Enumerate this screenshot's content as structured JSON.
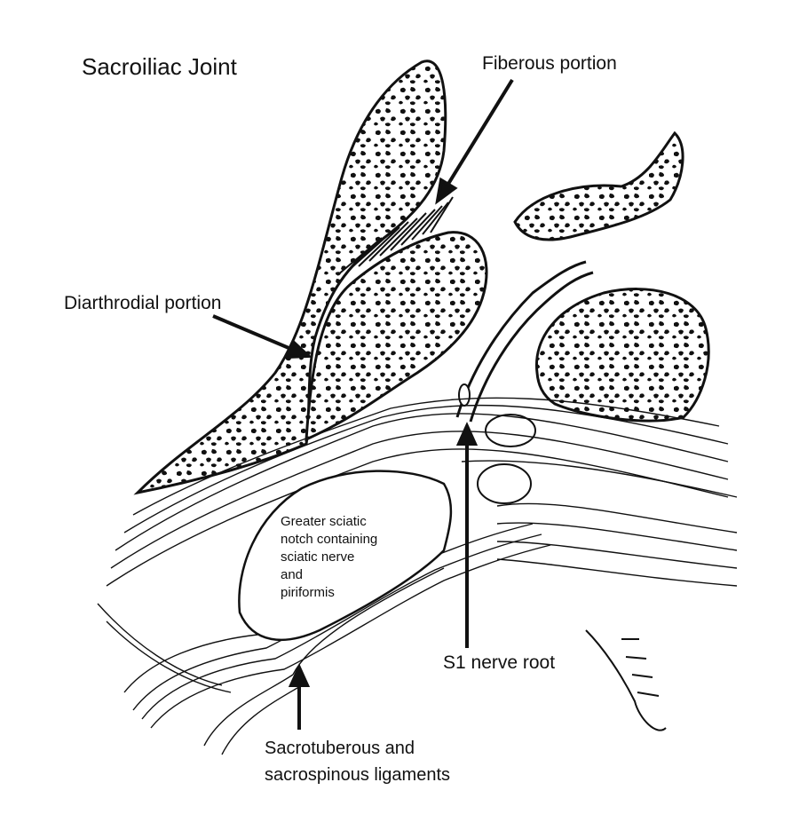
{
  "title": "Sacroiliac Joint",
  "labels": {
    "fiberous": "Fiberous portion",
    "diarthrodial": "Diarthrodial portion",
    "notch_lines": [
      "Greater sciatic",
      "notch containing",
      "sciatic nerve",
      "and",
      "piriformis"
    ],
    "s1": "S1 nerve root",
    "sacro_lines": [
      "Sacrotuberous and",
      "sacrospinous ligaments"
    ]
  },
  "colors": {
    "ink": "#111111",
    "bone_fill": "#ffffff"
  },
  "illustration": "pen-and-ink drawing of sacroiliac joint"
}
